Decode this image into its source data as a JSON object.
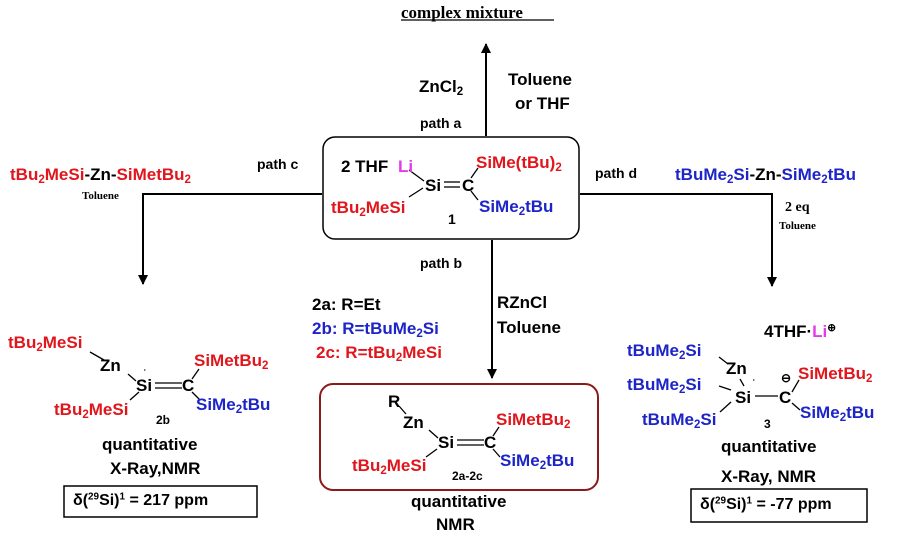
{
  "top": {
    "title": "complex mixture"
  },
  "path_a": {
    "reagent": "ZnCl",
    "reagent_sub": "2",
    "label": "path a",
    "solvent_1": "Toluene",
    "solvent_2": "or  THF"
  },
  "compound1": {
    "thf": "2 THF",
    "li": "Li",
    "si": "Si",
    "c": "C",
    "sub_top": "SiMe(tBu)",
    "sub_top_sub": "2",
    "sub_left": "tBu",
    "sub_left_sub": "2",
    "sub_left_tail": "MeSi",
    "sub_right": "SiMe",
    "sub_right_sub": "2",
    "sub_right_tail": "tBu",
    "number": "1"
  },
  "path_c": {
    "label": "path c",
    "reagent_p1": "tBu",
    "reagent_p1_sub": "2",
    "reagent_p2": "MeSi",
    "reagent_mid": "-Zn-",
    "reagent_p3": "SiMetBu",
    "reagent_p3_sub": "2",
    "solvent": "Toluene"
  },
  "path_d": {
    "label": "path d",
    "reagent_p1": "tBuMe",
    "reagent_p1_sub": "2",
    "reagent_p2": "Si",
    "reagent_mid": "-Zn-",
    "reagent_p3": "SiMe",
    "reagent_p3_sub": "2",
    "reagent_p4": "tBu",
    "equiv": "2 eq",
    "solvent": "Toluene"
  },
  "path_b": {
    "label": "path b",
    "reagent": "RZnCl",
    "solvent": "Toluene",
    "list": [
      {
        "text": "2a: R=Et",
        "color": "#000000"
      },
      {
        "text": "2b: R=tBuMe",
        "sub": "2",
        "tail": "Si",
        "color": "#1d24c8"
      },
      {
        "text": "2c: R=tBu",
        "sub": "2",
        "tail": "MeSi",
        "color": "#e0161c"
      }
    ]
  },
  "product2b": {
    "zn_sub": "tBu",
    "zn_sub_sub": "2",
    "zn_sub_tail": "MeSi",
    "zn": "Zn",
    "si": "Si",
    "c": "C",
    "sub_top": "SiMetBu",
    "sub_top_sub": "2",
    "sub_left": "tBu",
    "sub_left_sub": "2",
    "sub_left_tail": "MeSi",
    "sub_right": "SiMe",
    "sub_right_sub": "2",
    "sub_right_tail": "tBu",
    "number": "2b",
    "result_1": "quantitative",
    "result_2": "X-Ray,NMR",
    "shift_delta": "δ(",
    "shift_iso": "29",
    "shift_mid": "Si)",
    "shift_sup": "1",
    "shift_value": " = 217 ppm"
  },
  "product2": {
    "r": "R",
    "zn": "Zn",
    "si": "Si",
    "c": "C",
    "sub_top": "SiMetBu",
    "sub_top_sub": "2",
    "sub_left": "tBu",
    "sub_left_sub": "2",
    "sub_left_tail": "MeSi",
    "sub_right": "SiMe",
    "sub_right_sub": "2",
    "sub_right_tail": "tBu",
    "number": "2a-2c",
    "result_1": "quantitative",
    "result_2": "NMR"
  },
  "product3": {
    "counter_ion": "4THF·",
    "li": "Li",
    "plus": "⊕",
    "si_sub": "tBuMe",
    "si_sub_sub": "2",
    "si_sub_tail": "Si",
    "zn": "Zn",
    "si": "Si",
    "c": "C",
    "minus": "⊖",
    "sub_top": "SiMetBu",
    "sub_top_sub": "2",
    "sub_right": "SiMe",
    "sub_right_sub": "2",
    "sub_right_tail": "tBu",
    "number": "3",
    "result_1": "quantitative",
    "result_2": "X-Ray, NMR",
    "shift_delta": "δ(",
    "shift_iso": "29",
    "shift_mid": "Si)",
    "shift_sup": "1",
    "shift_value": " = -77 ppm"
  }
}
